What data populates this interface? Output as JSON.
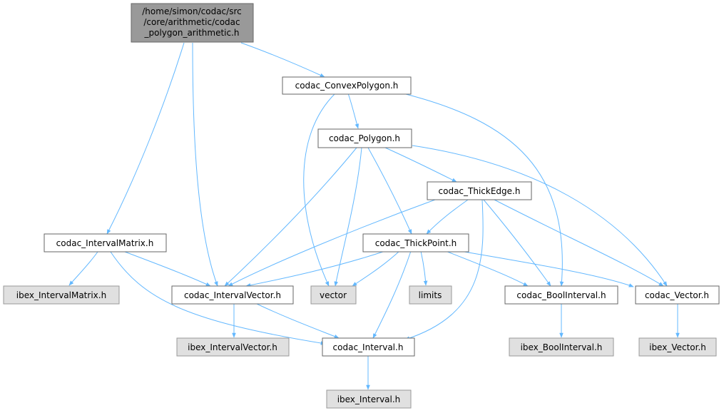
{
  "colors": {
    "edge": "#63b8ff",
    "node_border": "#666666",
    "node_fill_plain": "#ffffff",
    "node_fill_external": "#e0e0e0",
    "node_fill_root": "#999999",
    "node_border_root": "#666666"
  },
  "nodes": {
    "root": {
      "lines": [
        "/home/simon/codac/src",
        "/core/arithmetic/codac",
        "_polygon_arithmetic.h"
      ]
    },
    "convexpolygon": {
      "lines": [
        "codac_ConvexPolygon.h"
      ]
    },
    "polygon": {
      "lines": [
        "codac_Polygon.h"
      ]
    },
    "thickedge": {
      "lines": [
        "codac_ThickEdge.h"
      ]
    },
    "intervalmatrix": {
      "lines": [
        "codac_IntervalMatrix.h"
      ]
    },
    "thickpoint": {
      "lines": [
        "codac_ThickPoint.h"
      ]
    },
    "ibex_intervalmatrix": {
      "lines": [
        "ibex_IntervalMatrix.h"
      ]
    },
    "intervalvector": {
      "lines": [
        "codac_IntervalVector.h"
      ]
    },
    "vector": {
      "lines": [
        "vector"
      ]
    },
    "limits": {
      "lines": [
        "limits"
      ]
    },
    "boolinterval": {
      "lines": [
        "codac_BoolInterval.h"
      ]
    },
    "codac_vector": {
      "lines": [
        "codac_Vector.h"
      ]
    },
    "ibex_intervalvector": {
      "lines": [
        "ibex_IntervalVector.h"
      ]
    },
    "interval": {
      "lines": [
        "codac_Interval.h"
      ]
    },
    "ibex_boolinterval": {
      "lines": [
        "ibex_BoolInterval.h"
      ]
    },
    "ibex_vector": {
      "lines": [
        "ibex_Vector.h"
      ]
    },
    "ibex_interval": {
      "lines": [
        "ibex_Interval.h"
      ]
    }
  }
}
